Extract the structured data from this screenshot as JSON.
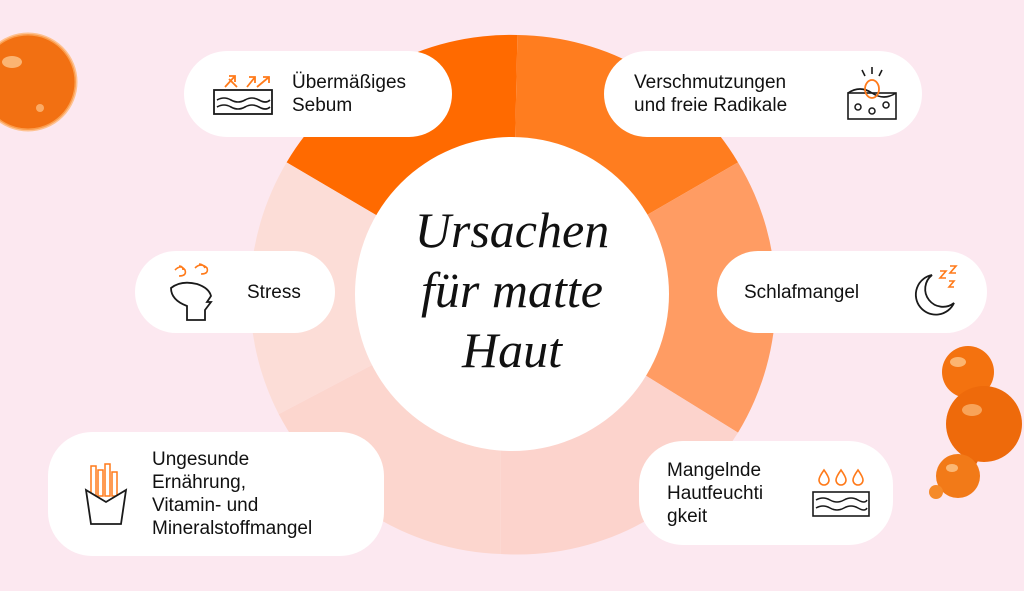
{
  "title": {
    "lines": [
      "Ursachen",
      "für matte",
      "Haut"
    ]
  },
  "causes": [
    {
      "id": "sebum",
      "lines": [
        "Übermäßiges",
        "Sebum"
      ],
      "icon": "skin-oil-icon"
    },
    {
      "id": "pollution",
      "lines": [
        "Verschmutzungen",
        "und freie Radikale"
      ],
      "icon": "pollution-skin-icon"
    },
    {
      "id": "sleep",
      "lines": [
        "Schlafmangel"
      ],
      "icon": "moon-sleep-icon"
    },
    {
      "id": "moisture",
      "lines": [
        "Mangelnde",
        "Hautfeuchti",
        "gkeit"
      ],
      "icon": "water-drops-icon"
    },
    {
      "id": "nutrition",
      "lines": [
        "Ungesunde",
        "Ernährung,",
        "Vitamin- und",
        "Mineralstoffmangel"
      ],
      "icon": "fries-icon"
    },
    {
      "id": "stress",
      "lines": [
        "Stress"
      ],
      "icon": "stressed-head-icon"
    }
  ],
  "colors": {
    "background": "#fce8f0",
    "segment_dark": "#ff6a00",
    "segment_mid": "#ff7d1f",
    "segment_light": "#ff9c63",
    "segment_pale": "#fdd3c9",
    "segment_palest": "#fcdcd6",
    "icon_accent": "#ff7a1a",
    "icon_line": "#1a1a1a"
  }
}
